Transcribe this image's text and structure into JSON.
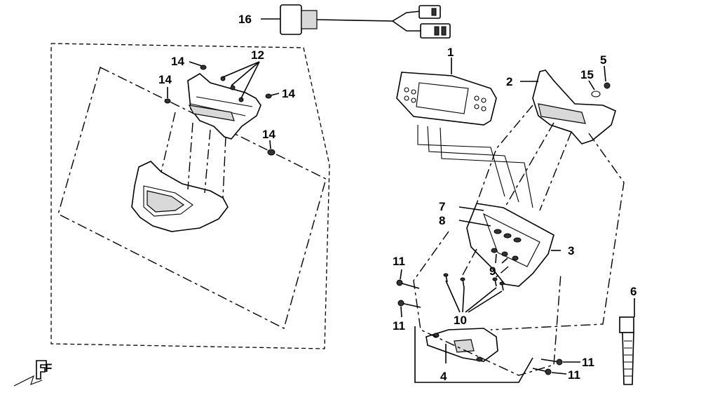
{
  "diagram": {
    "callouts": [
      {
        "id": "c1",
        "label": "1"
      },
      {
        "id": "c2",
        "label": "2"
      },
      {
        "id": "c3",
        "label": "3"
      },
      {
        "id": "c4",
        "label": "4"
      },
      {
        "id": "c5",
        "label": "5"
      },
      {
        "id": "c6",
        "label": "6"
      },
      {
        "id": "c7",
        "label": "7"
      },
      {
        "id": "c8",
        "label": "8"
      },
      {
        "id": "c9",
        "label": "9"
      },
      {
        "id": "c10",
        "label": "10"
      },
      {
        "id": "c11a",
        "label": "11"
      },
      {
        "id": "c11b",
        "label": "11"
      },
      {
        "id": "c11c",
        "label": "11"
      },
      {
        "id": "c11d",
        "label": "11"
      },
      {
        "id": "c12",
        "label": "12"
      },
      {
        "id": "c14a",
        "label": "14"
      },
      {
        "id": "c14b",
        "label": "14"
      },
      {
        "id": "c14c",
        "label": "14"
      },
      {
        "id": "c14d",
        "label": "14"
      },
      {
        "id": "c15",
        "label": "15"
      },
      {
        "id": "c16",
        "label": "16"
      }
    ],
    "front_marker": "F"
  }
}
